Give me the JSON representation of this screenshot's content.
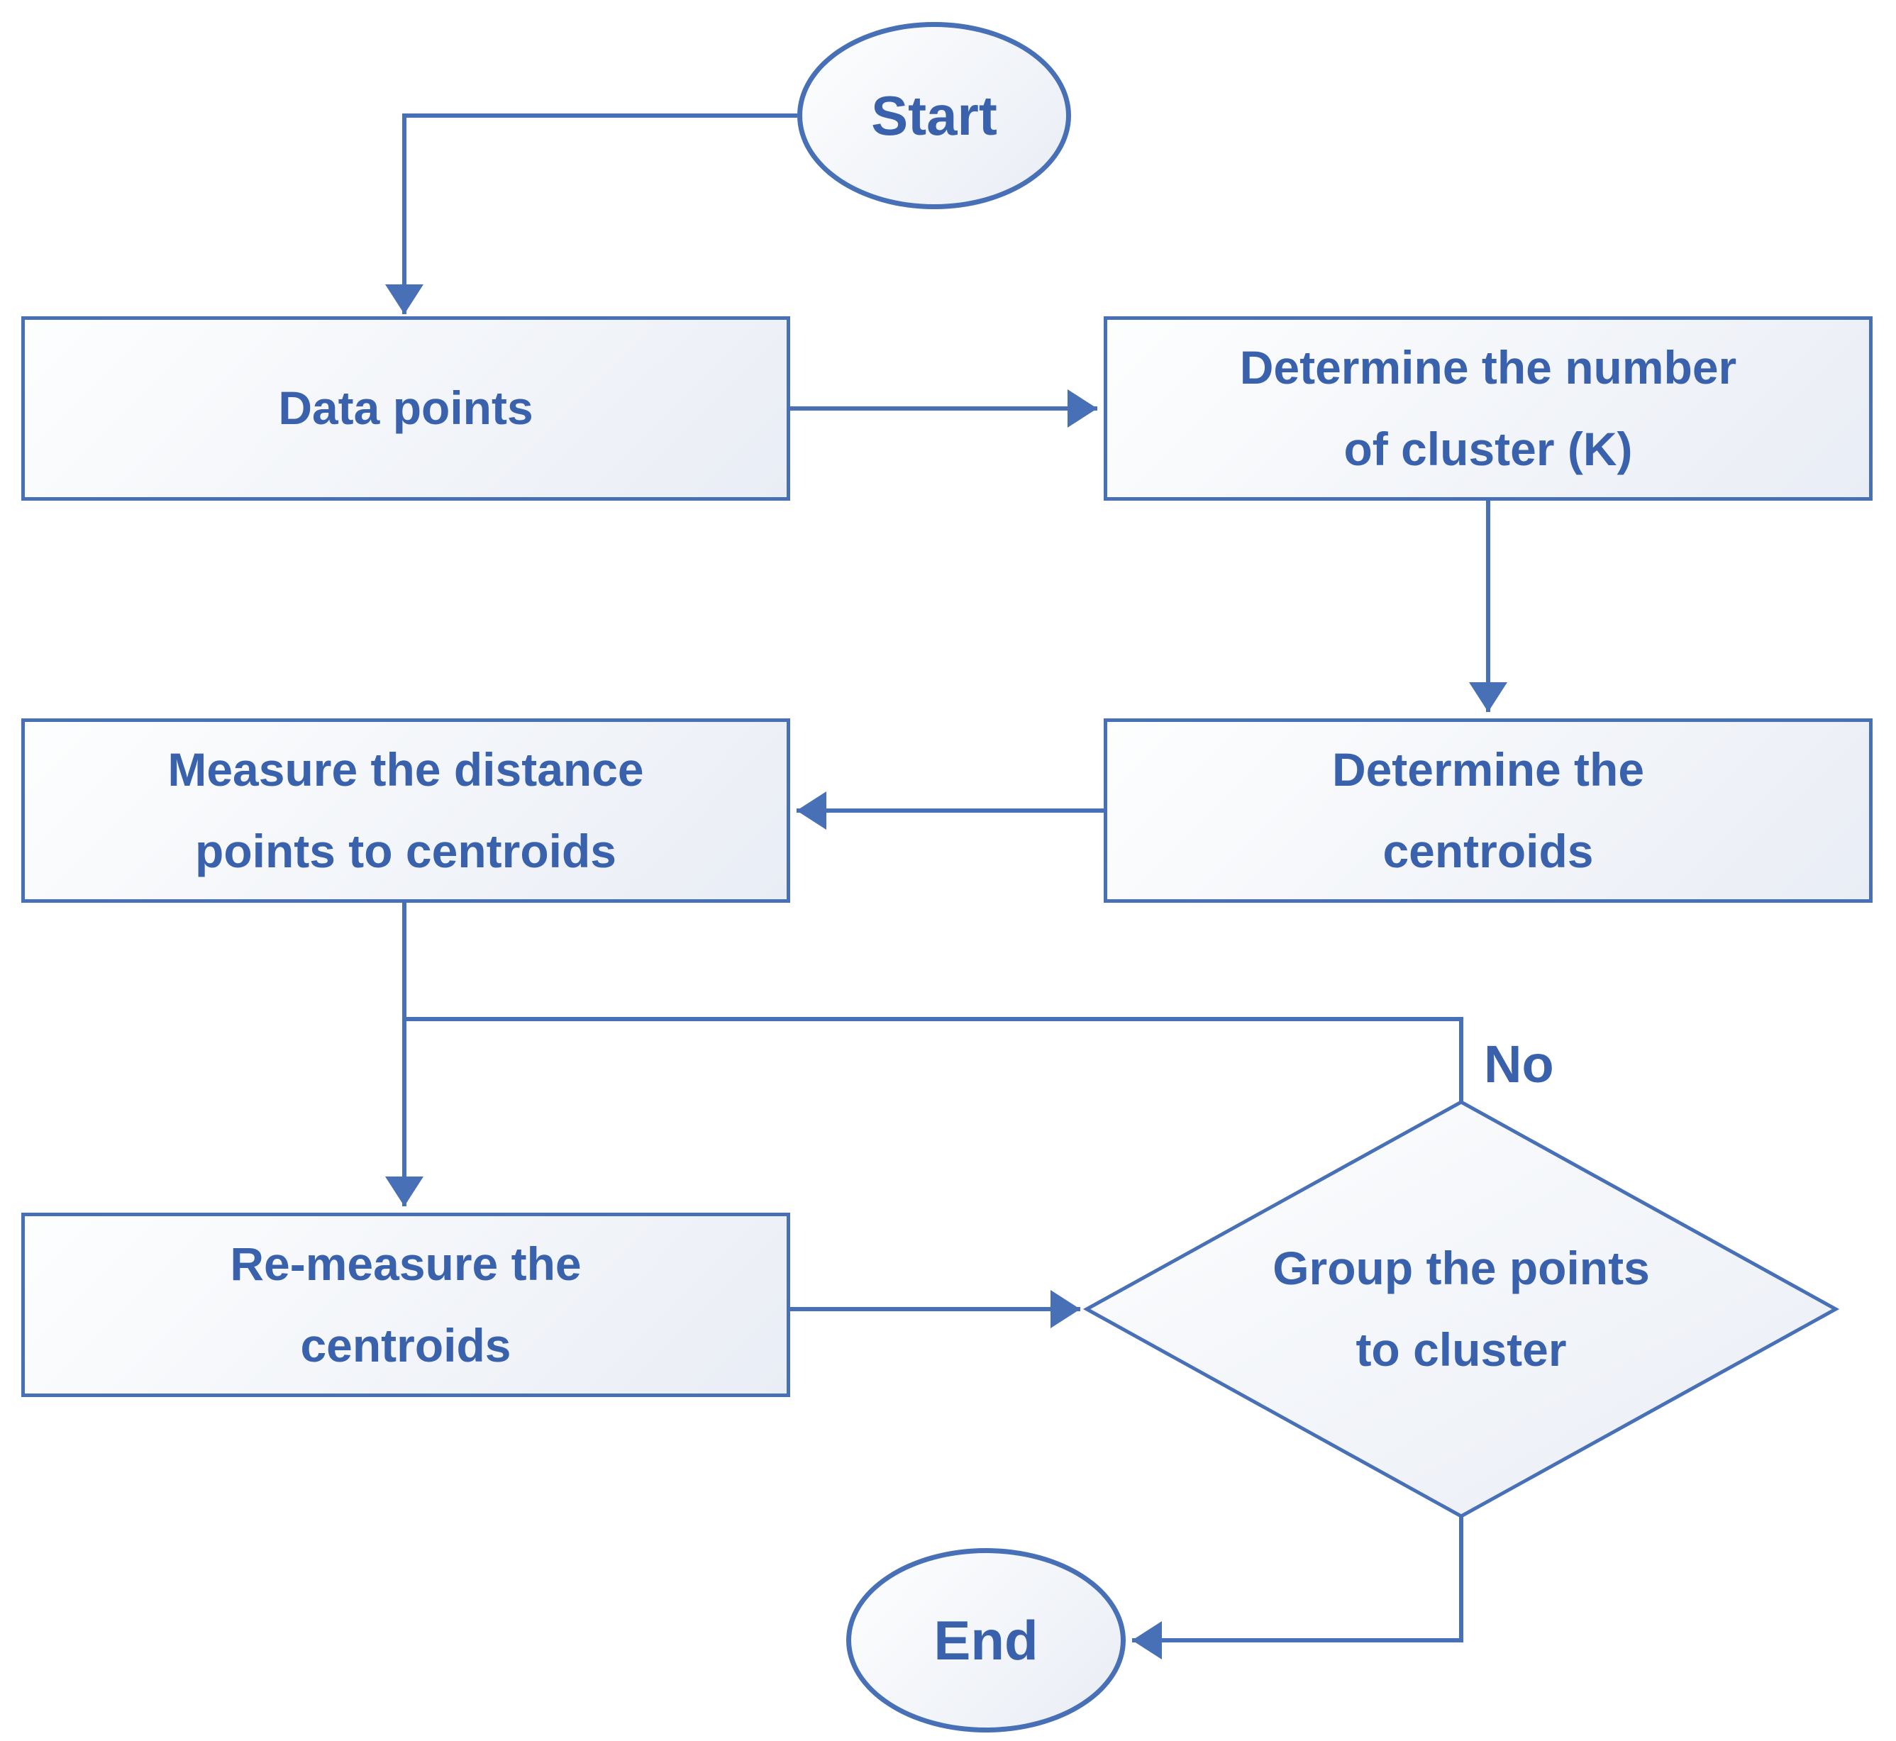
{
  "diagram": {
    "type": "flowchart",
    "background": "#ffffff",
    "colors": {
      "stroke": "#4870B6",
      "text": "#3A62AC",
      "fill_light": "#FDFEFE",
      "fill_dark": "#E9EDF5"
    },
    "nodes": {
      "start": {
        "label": "Start",
        "shape": "ellipse"
      },
      "data_points": {
        "label": "Data points",
        "shape": "rect"
      },
      "determine_k": {
        "label": "Determine the number\nof cluster (K)",
        "shape": "rect"
      },
      "determine_centroids": {
        "label": "Determine the\ncentroids",
        "shape": "rect"
      },
      "measure_distance": {
        "label": "Measure the distance\npoints to centroids",
        "shape": "rect"
      },
      "re_measure": {
        "label": "Re-measure the\ncentroids",
        "shape": "rect"
      },
      "group_points": {
        "label": "Group the points\nto cluster",
        "shape": "diamond"
      },
      "end": {
        "label": "End",
        "shape": "ellipse"
      }
    },
    "edges": [
      {
        "from": "start",
        "to": "data_points",
        "label": ""
      },
      {
        "from": "data_points",
        "to": "determine_k",
        "label": ""
      },
      {
        "from": "determine_k",
        "to": "determine_centroids",
        "label": ""
      },
      {
        "from": "determine_centroids",
        "to": "measure_distance",
        "label": ""
      },
      {
        "from": "measure_distance",
        "to": "re_measure",
        "label": ""
      },
      {
        "from": "group_points",
        "to": "re_measure",
        "label": "No"
      },
      {
        "from": "re_measure",
        "to": "group_points",
        "label": ""
      },
      {
        "from": "group_points",
        "to": "end",
        "label": ""
      }
    ]
  }
}
